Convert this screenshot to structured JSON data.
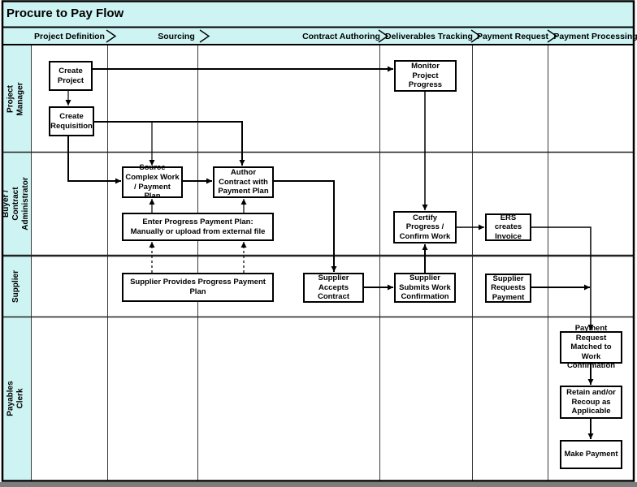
{
  "title": "Procure to Pay Flow",
  "header": {
    "phases": [
      "Project Definition",
      "Sourcing",
      "Contract Authoring",
      "Deliverables Tracking",
      "Payment Request",
      "Payment Processing"
    ]
  },
  "lanes": [
    "Project Manager",
    "Buyer / Contract Administrator",
    "Supplier",
    "Payables Clerk"
  ],
  "nodes": {
    "create_project": "Create Project",
    "create_requisition": "Create Requisition",
    "monitor_project_progress": "Monitor Project Progress",
    "source_complex": "Source Complex Work / Payment Plan",
    "author_contract": "Author Contract with Payment Plan",
    "enter_progress": "Enter Progress Payment Plan:  Manually or upload from external file",
    "certify_progress": "Certify Progress / Confirm Work",
    "ers_invoice": "ERS creates Invoice",
    "supplier_provides": "Supplier Provides Progress Payment Plan",
    "supplier_accepts": "Supplier Accepts Contract",
    "supplier_submits": "Supplier Submits Work Confirmation",
    "supplier_requests": "Supplier Requests Payment",
    "payment_matched": "Payment Request Matched to Work Confirmation",
    "retain_recoup": "Retain and/or Recoup as Applicable",
    "make_payment": "Make Payment"
  },
  "colors": {
    "band_fill": "#cef3f3",
    "line": "#000000",
    "grid": "#3a3a3a",
    "chrome_gray": "#7d7d7d",
    "node_fill": "#ffffff"
  }
}
